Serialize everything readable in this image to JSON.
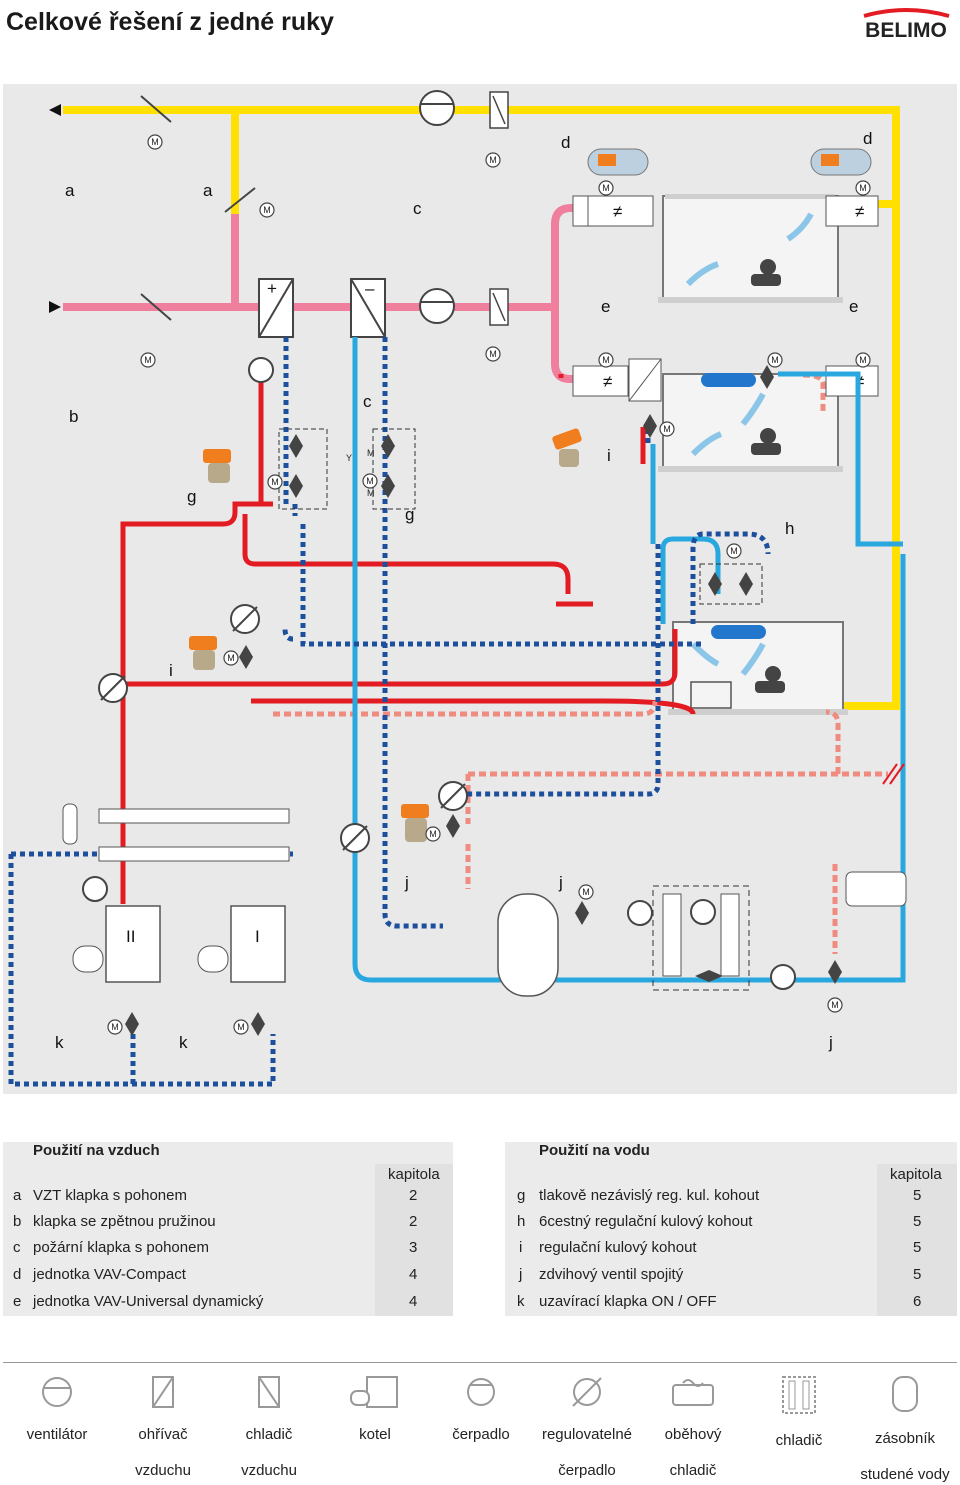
{
  "title": "Celkové řešení z jedné ruky",
  "brand": "BELIMO",
  "colors": {
    "supply_air": "#ffe000",
    "return_air": "#f07f9e",
    "heating": "#e31b23",
    "heating_return": "#f08b80",
    "cooling": "#29a8e0",
    "cooling_return": "#1c4f9c",
    "actuator": "#f07d1e",
    "panel": "#e9e9ea"
  },
  "diagram": {
    "labels": [
      "a",
      "a",
      "c",
      "d",
      "d",
      "b",
      "c",
      "e",
      "e",
      "g",
      "g",
      "i",
      "h",
      "i",
      "j",
      "j",
      "k",
      "k",
      "j"
    ],
    "motor_letter": "M",
    "boiler_labels": [
      "II",
      "I"
    ],
    "valve_extra": [
      "Y",
      "M",
      "M"
    ],
    "plus": "+",
    "minus": "–"
  },
  "legend_air": {
    "heading": "Použití na vzduch",
    "kapitola_label": "kapitola",
    "rows": [
      {
        "key": "a",
        "text": "VZT klapka s pohonem",
        "chapter": "2"
      },
      {
        "key": "b",
        "text": "klapka se zpětnou pružinou",
        "chapter": "2"
      },
      {
        "key": "c",
        "text": "požární klapka s pohonem",
        "chapter": "3"
      },
      {
        "key": "d",
        "text": "jednotka VAV-Compact",
        "chapter": "4"
      },
      {
        "key": "e",
        "text": "jednotka VAV-Universal dynamický",
        "chapter": "4"
      }
    ]
  },
  "legend_water": {
    "heading": "Použití na vodu",
    "kapitola_label": "kapitola",
    "rows": [
      {
        "key": "g",
        "text": "tlakově nezávislý reg. kul. kohout",
        "chapter": "5"
      },
      {
        "key": "h",
        "text": "6cestný regulační kulový kohout",
        "chapter": "5"
      },
      {
        "key": "i",
        "text": "regulační kulový kohout",
        "chapter": "5"
      },
      {
        "key": "j",
        "text": "zdvihový ventil spojitý",
        "chapter": "5"
      },
      {
        "key": "k",
        "text": "uzavírací klapka ON / OFF",
        "chapter": "6"
      }
    ]
  },
  "icon_legend": [
    {
      "icon": "fan-icon",
      "line1": "ventilátor",
      "line2": ""
    },
    {
      "icon": "air-heater-icon",
      "line1": "ohřívač",
      "line2": "vzduchu"
    },
    {
      "icon": "air-cooler-icon",
      "line1": "chladič",
      "line2": "vzduchu"
    },
    {
      "icon": "boiler-icon",
      "line1": "kotel",
      "line2": ""
    },
    {
      "icon": "pump-icon",
      "line1": "čerpadlo",
      "line2": ""
    },
    {
      "icon": "variable-pump-icon",
      "line1": "regulovatelné",
      "line2": "čerpadlo"
    },
    {
      "icon": "recirculating-cooler-icon",
      "line1": "oběhový",
      "line2": "chladič"
    },
    {
      "icon": "chiller-icon",
      "line1": "chladič",
      "line2": ""
    },
    {
      "icon": "cold-water-tank-icon",
      "line1": "zásobník",
      "line2": "studené vody"
    }
  ]
}
